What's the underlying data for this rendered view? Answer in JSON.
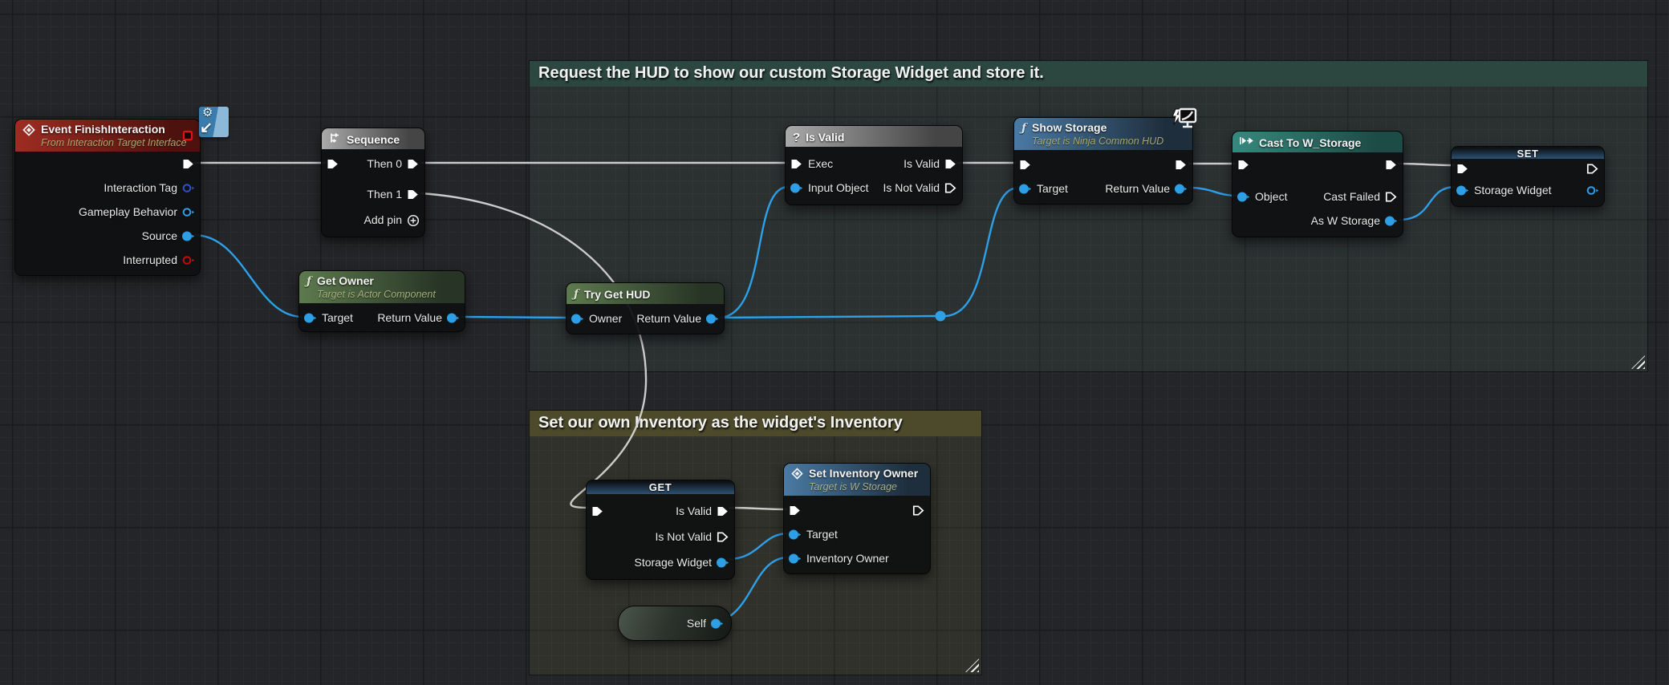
{
  "graph": {
    "type": "unreal-blueprint-event-graph",
    "colors": {
      "exec_wire": "#d9d9d9",
      "data_wire": "#2da0e8",
      "object_pin": "#2d9fe6",
      "struct_pin": "#2b52c7",
      "bool_pin": "#c00d0d",
      "delegate_pin": "#e01212",
      "comment_request_header": "#2b473f",
      "comment_inventory_header": "#4d4a2b",
      "event_header": "#9e2c23",
      "function_green_header": "#5d7a4e",
      "function_blue_header": "#4a7aa4",
      "cast_header": "#37887e"
    }
  },
  "comments": {
    "request_hud": {
      "title": "Request the HUD to show our custom Storage Widget and store it."
    },
    "set_inventory": {
      "title": "Set our own Inventory as the widget's Inventory"
    }
  },
  "nodes": {
    "event": {
      "title": "Event FinishInteraction",
      "subtitle": "From Interaction Target Interface",
      "pins": {
        "interaction_tag": "Interaction Tag",
        "gameplay_behavior": "Gameplay Behavior",
        "source": "Source",
        "interrupted": "Interrupted"
      }
    },
    "sequence": {
      "title": "Sequence",
      "pins": {
        "then0": "Then 0",
        "then1": "Then 1",
        "add_pin": "Add pin"
      }
    },
    "get_owner": {
      "title": "Get Owner",
      "subtitle": "Target is Actor Component",
      "pins": {
        "target": "Target",
        "return_value": "Return Value"
      }
    },
    "try_get_hud": {
      "title": "Try Get HUD",
      "pins": {
        "owner": "Owner",
        "return_value": "Return Value"
      }
    },
    "is_valid": {
      "title": "Is Valid",
      "pins": {
        "exec": "Exec",
        "input_object": "Input Object",
        "is_valid": "Is Valid",
        "is_not_valid": "Is Not Valid"
      }
    },
    "show_storage": {
      "title": "Show Storage",
      "subtitle": "Target is Ninja Common HUD",
      "pins": {
        "target": "Target",
        "return_value": "Return Value"
      }
    },
    "cast_to_w_storage": {
      "title": "Cast To W_Storage",
      "pins": {
        "object": "Object",
        "cast_failed": "Cast Failed",
        "as_w_storage": "As W Storage"
      }
    },
    "set_storage_widget": {
      "title": "SET",
      "pins": {
        "storage_widget": "Storage Widget"
      }
    },
    "get_storage_widget": {
      "title": "GET",
      "pins": {
        "is_valid": "Is Valid",
        "is_not_valid": "Is Not Valid",
        "storage_widget": "Storage Widget"
      }
    },
    "set_inventory_owner": {
      "title": "Set Inventory Owner",
      "subtitle": "Target is W Storage",
      "pins": {
        "target": "Target",
        "inventory_owner": "Inventory Owner"
      }
    },
    "self": {
      "title": "Self"
    }
  },
  "icons": {
    "event-diamond-icon": "diamond",
    "function-icon": "italic-f",
    "sequence-icon": "branch-arrows",
    "question-icon": "?",
    "cast-icon": "play-arrow",
    "add-pin-icon": "circle-plus",
    "delegate-square-icon": "red-square",
    "blueprint-interface-badge-icon": "gear-arrow",
    "client-only-monitor-icon": "monitor-lightning-bolt",
    "reroute-node": "blue-dot"
  }
}
